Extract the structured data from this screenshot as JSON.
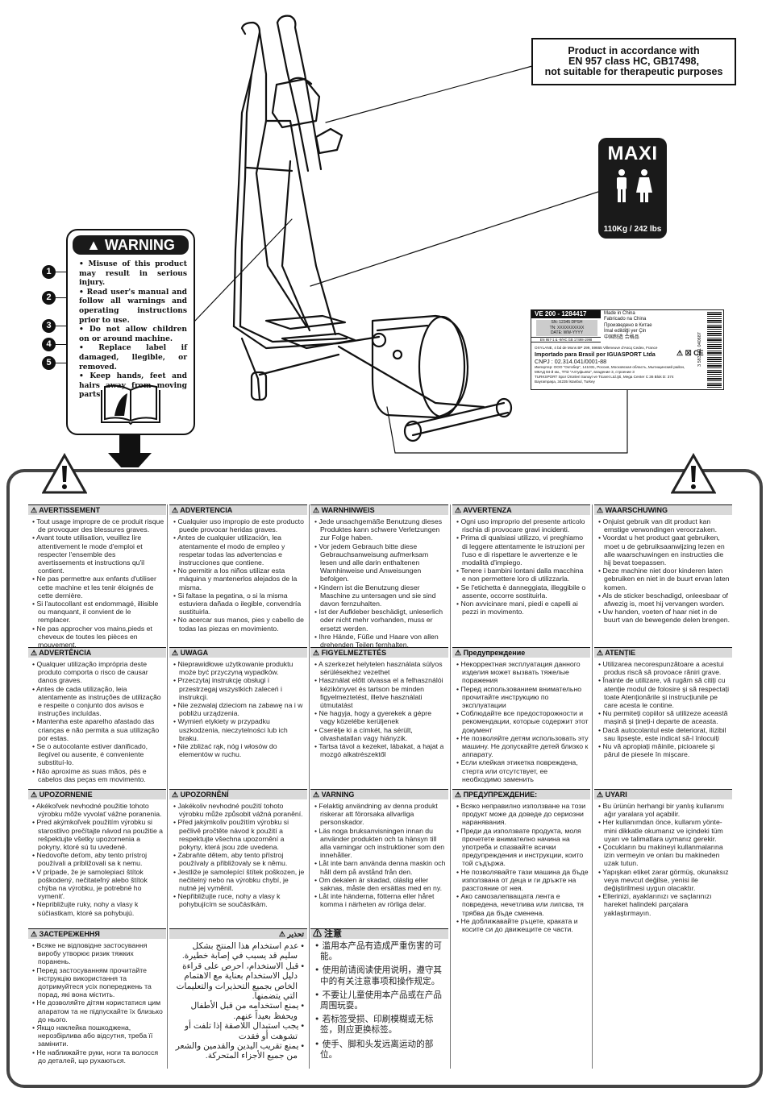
{
  "product_notice": {
    "line1": "Product in accordance with",
    "line2": "EN 957 class HC, GB17498,",
    "line3": "not suitable for therapeutic purposes"
  },
  "maxi_badge": {
    "title": "MAXI",
    "weight": "110Kg / 242 lbs"
  },
  "warning_card": {
    "title": "WARNING",
    "items": [
      "• Misuse of this product may result in serious injury.",
      "• Read user's manual and follow all warnings and operating instructions prior to use.",
      "• Do not allow children on or around machine.",
      "• Replace label if damaged, llegible, or removed.",
      "• Keep hands, feet and hairs away from moving parts."
    ],
    "numbers": [
      "1",
      "2",
      "3",
      "4",
      "5"
    ]
  },
  "product_label": {
    "model": "VE 200 - 1284417",
    "sn": "SN: 12345  DPSH",
    "tn": "TN: XXXXXXXXXX",
    "date": "DATE: WW-YYYY",
    "standard": "EN 957-1 & -9/HC  GB 17498-1998",
    "origin": [
      "Made in China",
      "Fabricado na China",
      "Произведено в Китае",
      "İmal edildiği yer Çin",
      "中国制造  合格品"
    ],
    "oxylane": "OXYLANE, 4 bd de Mons BP 299, 59665 Villeneuve d'Ascq Cedex, France",
    "brasil": "Importado para Brasil por IGUASPORT Ltda",
    "cnpj": "CNPJ : 02.314.041/0001-88",
    "importer": "Импортер: ООО \"Октобер\", 141031, Россия, Московская область, Мытищинский район, МКАД 84-й км., ТПЗ \"Алтуфьево\", владение 3, строение 3",
    "turkey": "TURKSPORT Spor Ürünleri Sanayi ve Ticaret Ltd.Şti, Mega Center C 36 Blok D: 374 Bayrampaşa, 34235 İstanbul, Turkey",
    "barcode": "3 583781 040687"
  },
  "sections": [
    {
      "title": "⚠ AVERTISSEMENT",
      "items": [
        "• Tout usage impropre de ce produit risque de provoquer des blessures graves.",
        "• Avant toute utilisation, veuillez lire attentivement le mode d'emploi et respecter l'ensemble des avertissements et instructions qu'il contient.",
        "• Ne pas permettre aux enfants d'utiliser cette machine et les tenir éloignés de cette dernière.",
        "• Si l'autocollant est endommagé, illisible ou manquant, il convient de le remplacer.",
        "• Ne pas approcher vos mains,pieds et cheveux de toutes les pièces en mouvement."
      ]
    },
    {
      "title": "⚠ ADVERTENCIA",
      "items": [
        "• Cualquier uso impropio de este producto puede provocar heridas graves.",
        "• Antes de cualquier utilización, lea atentamente el modo de empleo y respetar todas las advertencias e instrucciones que contiene.",
        "• No permitir a los niños utilizar esta máquina y mantenerlos alejados de la misma.",
        "• Si faltase la pegatina, o si la misma estuviera dañada o ilegible, convendría sustituirla.",
        "• No acercar sus manos, pies y cabello de todas las piezas en movimiento."
      ]
    },
    {
      "title": "⚠ WARNHINWEIS",
      "items": [
        "• Jede unsachgemäße Benutzung dieses Produktes kann schwere Verletzungen zur Folge haben.",
        "• Vor jedem Gebrauch bitte diese Gebrauchsanweisung aufmerksam lesen und alle darin enthaltenen Warnhinweise und Anweisungen befolgen.",
        "• Kindern ist die Benutzung dieser Maschine zu untersagen und sie  sind davon fernzuhalten.",
        "• Ist der Aufkleber beschädigt, unleserlich oder nicht mehr vorhanden, muss er ersetzt werden.",
        "• Ihre Hände, Füße und Haare von allen drehenden Teilen fernhalten."
      ]
    },
    {
      "title": "⚠ AVVERTENZA",
      "items": [
        "• Ogni uso improprio del presente articolo rischia di provocare gravi incidenti.",
        "• Prima di qualsiasi utilizzo, vi preghiamo di leggere attentamente le istruzioni per l'uso e di rispettare le avvertenze e le modalità d'impiego.",
        "• Tenere i bambini lontani dalla macchina e non permettere loro di utilizzarla.",
        "• Se l'etichetta è danneggiata, illeggibile o assente, occorre sostituirla.",
        "• Non avvicinare mani, piedi e capelli ai pezzi in movimento."
      ]
    },
    {
      "title": "⚠ WAARSCHUWING",
      "items": [
        "• Onjuist gebruik van dit product kan ernstige verwondingen veroorzaken.",
        "• Voordat u het product gaat gebruiken, moet u de gebruiksaanwijzing lezen en alle waarschuwingen en instructies die hij bevat toepassen.",
        "• Deze machine niet door kinderen laten gebruiken en niet in de buurt ervan laten komen.",
        "• Als de sticker beschadigd, onleesbaar of afwezig is, moet hij vervangen worden.",
        "• Uw handen, voeten of haar niet in de buurt van de bewegende delen brengen."
      ]
    },
    {
      "title": "⚠ ADVERTÊNCIA",
      "items": [
        "• Qualquer utilização imprópria deste produto comporta o risco de causar danos graves.",
        "• Antes de cada utilização, leia atentamente as instruções de utilização e respeite o conjunto dos avisos e instruções incluídas.",
        "• Mantenha este aparelho afastado das crianças e não permita a sua utilização por estas.",
        "• Se o autocolante estiver danificado, ilegível ou ausente, é conveniente substituí-lo.",
        "• Não aproxime as suas mãos, pés e cabelos das peças em movimento."
      ]
    },
    {
      "title": "⚠ UWAGA",
      "items": [
        "• Nieprawidłowe użytkowanie produktu może być przyczyną wypadków.",
        "• Przeczytaj instrukcję obsługi  i przestrzegaj wszystkich zaleceń i instrukcji.",
        "• Nie zezwalaj dzieciom na zabawę na i w pobliżu urządzenia.",
        "• Wymień etykiety w przypadku uszkodzenia, nieczytelności lub ich braku.",
        "• Nie zbliżać rąk, nóg i włosów do elementów w ruchu."
      ]
    },
    {
      "title": "⚠ FIGYELMEZTETÉS",
      "items": [
        "• A szerkezet helytelen használata súlyos sérülésekhez vezethet",
        "• Használat előtt olvassa el a felhasználói kézikönyvet és tartson be minden figyelmeztetést, illetve használati útmutatást",
        "• Ne hagyja, hogy a gyerekek a gépre vagy közelébe kerüljenek",
        "• Cserélje ki a címkét, ha sérült, olvashatatlan vagy hiányzik.",
        "• Tartsa távol a kezeket, lábakat, a hajat a mozgó alkatrészektől"
      ]
    },
    {
      "title": "⚠ Предупреждение",
      "items": [
        "• Некорректная эксплуатация данного изделия может вызвать тяжелые поражения",
        "• Перед использованием внимательно прочитайте инструкцию по эксплуатации",
        "• Соблюдайте все предосторожности и рекомендации, которые содержит этот документ",
        "• Не позволяйте детям использовать эту машину. Не допускайте детей близко к аппарату.",
        "• Если клейкая этикетка повреждена, стерта или отсутствует, ее необходимо заменить"
      ]
    },
    {
      "title": "⚠ ATENȚIE",
      "items": [
        "• Utilizarea necorespunzătoare a acestui produs riscă să provoace răniri  grave.",
        "• Înainte de utilizare, vă rugăm să citiți cu atenție modul de folosire și să respectați toate Atenționările și instrucțiunile pe care acesta le contine.",
        "• Nu permiteți copiilor să utilizeze această mașină și țineți-i departe de aceasta.",
        "• Dacă autocolantul este deteriorat, ilizibil sau lipsește, este indicat să-l înlocuiți",
        "• Nu vă apropiați mâinile, picioarele și părul de piesele în mișcare."
      ]
    },
    {
      "title": "⚠ UPOZORNENIE",
      "items": [
        "• Akékoľvek nevhodné použitie tohoto výrobku môže vyvolať vážne poranenia.",
        "• Pred akýmkoľvek použitím výrobku si starostlivo prečítajte návod na použitie a rešpektujte všetky upozornenia a pokyny, ktoré sú tu uvedené.",
        "• Nedovoľte deťom, aby tento prístroj používali a približovali sa k nemu.",
        "• V prípade, že je samolepiaci štítok poškodený, nečitateľný alebo štítok chýba na výrobku, je potrebné ho vymeniť.",
        "• Nepribližujte ruky, nohy a vlasy k súčiastkam, ktoré sa pohybujú."
      ]
    },
    {
      "title": "⚠ UPOZORNĚNÍ",
      "items": [
        "• Jakékoliv nevhodné použití tohoto výrobku může způsobit vážná poranění.",
        "• Před jakýmkoliv použitím výrobku si pečlivě pročtěte návod k použití a respektujte všechna upozornění a pokyny, která jsou zde uvedena.",
        "• Zabraňte dětem, aby tento přístroj používaly a přibližovaly se k němu.",
        "• Jestliže je samolepící štítek poškozen, je nečitelný nebo na výrobku chybí, je nutné jej vyměnit.",
        "• Nepřibližujte ruce, nohy a vlasy k pohybujícím se součástkám."
      ]
    },
    {
      "title": "⚠ VARNING",
      "items": [
        "• Felaktig användning av denna produkt riskerar att förorsaka allvarliga personskador.",
        "• Läs noga bruksanvisningen innan du använder produkten och ta hänsyn till alla varningar och instruktioner som den innehåller.",
        "• Låt inte barn använda denna maskin och håll dem på avstånd från den.",
        "• Om dekalen är skadad, oläslig eller saknas, måste den ersättas med en ny.",
        "• Låt inte händerna, fötterna eller håret komma i närheten av rörliga delar."
      ]
    },
    {
      "title": "⚠ ПРЕДУПРЕЖДЕНИЕ:",
      "items": [
        "• Всяко неправилно използване на този продукт може да доведе до сериозни наранявания.",
        "• Преди да използвате продукта, моля прочетете внимателно начина на употреба и спазвайте всички предупреждения и инструкции, които той съдържа.",
        "• Не позволявайте тази машина да бъде използвана от деца и ги дръжте на разстояние от нея.",
        "• Ако самозалепващата лента е повредена, нечетлива или липсва, тя трябва да бъде сменена.",
        "• Не доближавайте ръцете, краката и косите си до движещите се части."
      ]
    },
    {
      "title": "⚠ UYARI",
      "items": [
        "• Bu ürünün herhangi bir yanlış kullanımı ağır yaralara yol açabilir.",
        "• Her kullanımdan önce, kullanım yönte-mini dikkatle okumanız ve içindeki tüm uyarı ve talimatlara uymanız gerekir.",
        "• Çocukların bu makineyi kullanmalarına izin vermeyin ve onları bu makineden uzak tutun.",
        "• Yapışkan etiket zarar görmüş, okunaksız veya mevcut değilse, yenisi ile değiştirilmesi uygun olacaktır.",
        "• Ellerinizi, ayaklarınızı ve saçlarınızı hareket halindeki parçalara yaklaştırmayın."
      ]
    },
    {
      "title": "⚠ ЗАСТЕРЕЖЕННЯ",
      "items": [
        "• Всяке не відповідне застосування виробу утворює ризик тяжких поранень.",
        "• Перед застосуванням прочитайте інструкцію використання та дотримуйтеся усіх попереджень та порад, які вона містить.",
        "• Не дозволяйте дітям користатися цим апаратом та не підпускайте їх близько до нього.",
        "• Якщо наклейка пошкоджена, нерозбірлива або відсутня, треба її замінити.",
        "• Не наближайте руки, ноги та волосся до деталей, що рухаються."
      ]
    },
    {
      "title": "تحذير ⚠",
      "items": [
        "• عدم استخدام هذا المنتج بشكل سليم قد يسبب في إصابة خطيرة.",
        "• قبل الاستخدام، احرص على قراءة دليل الاستخدام بعناية مع الاهتمام الخاص بجميع التحذيرات والتعليمات التي يتضمنها.",
        "• يمنع استخدامه من قبل الأطفال ويحفظ بعيداً عنهم.",
        "• يجب استبدال اللاصقة إذا تلفت أو تشوهت أو فقدت",
        "• يمنع تقريب اليدين والقدمين والشعر من جميع الأجزاء المتحركة."
      ]
    },
    {
      "title": "⚠ 注意",
      "items": [
        "• 滥用本产品有造成严重伤害的可能。",
        "• 使用前请阅读使用说明，遵守其中的有关注意事项和操作规定。",
        "• 不要让儿童使用本产品或在产品周围玩耍。",
        "• 若标签受损、印刷模糊或无标签，则应更换标签。",
        "• 使手、脚和头发远离运动的部位。"
      ]
    }
  ]
}
